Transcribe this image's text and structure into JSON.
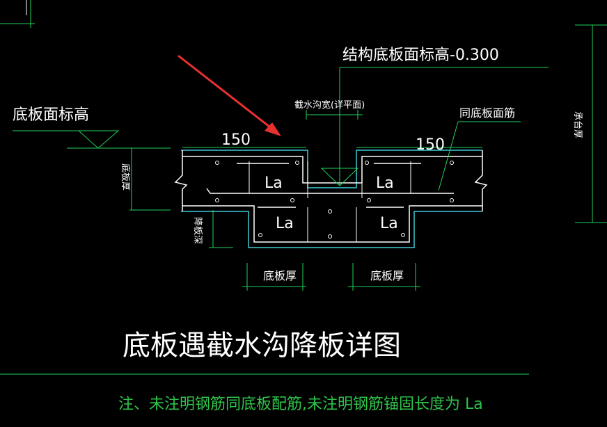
{
  "drawing": {
    "title": "底板遇截水沟降板详图",
    "note": "注、未注明钢筋同底板配筋,未注明钢筋锚固长度为 La",
    "labels": {
      "slab_top_elev": "底板面标高",
      "struct_slab_top_elev": "结构底板面标高-0.300",
      "trench_width": "截水沟宽(详平面)",
      "same_as_top_bar": "同底板面筋",
      "dim_left_150": "150",
      "dim_right_150": "150",
      "slab_thick_left": "底板厚",
      "drop_depth": "降板深",
      "slab_thick_bottom_left": "底板厚",
      "slab_thick_bottom_right": "底板厚",
      "pile_cap_thick": "承台厚",
      "la_top_left": "La",
      "la_top_right": "La",
      "la_bottom_left": "La",
      "la_bottom_right": "La"
    }
  },
  "colors": {
    "background": "#000000",
    "cyan": "#3ec9d6",
    "green": "#22d25a",
    "white": "#ffffff",
    "red_arrow": "#e8312f"
  }
}
